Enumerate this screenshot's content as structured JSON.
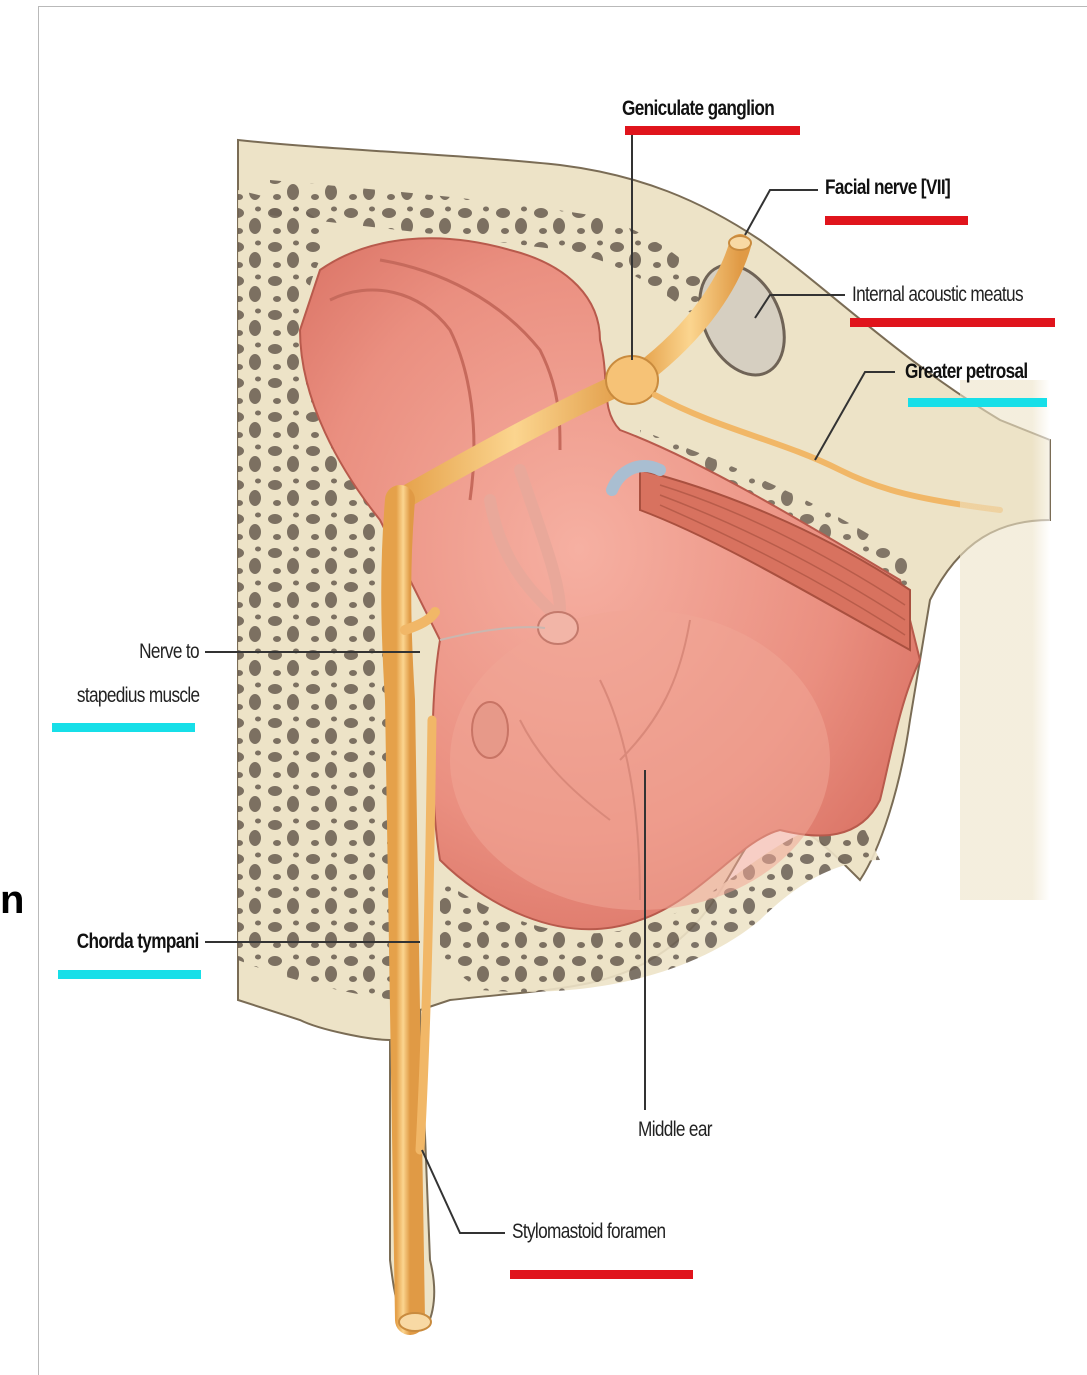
{
  "labels": {
    "geniculate_ganglion": "Geniculate ganglion",
    "facial_nerve": "Facial nerve [VII]",
    "internal_acoustic_meatus": "Internal acoustic meatus",
    "greater_petrosal": "Greater petrosal",
    "nerve_to_stapedius_line1": "Nerve to",
    "nerve_to_stapedius_line2": "stapedius muscle",
    "chorda_tympani": "Chorda tympani",
    "middle_ear": "Middle ear",
    "stylomastoid_foramen": "Stylomastoid foramen"
  },
  "edge_letter": "n",
  "colors": {
    "underline_red": "#e0141c",
    "underline_cyan": "#17dfe8",
    "bone": "#ede3c7",
    "bone_pore": "#6f6356",
    "mucosa": "#e8877a",
    "nerve": "#f4c06a"
  }
}
